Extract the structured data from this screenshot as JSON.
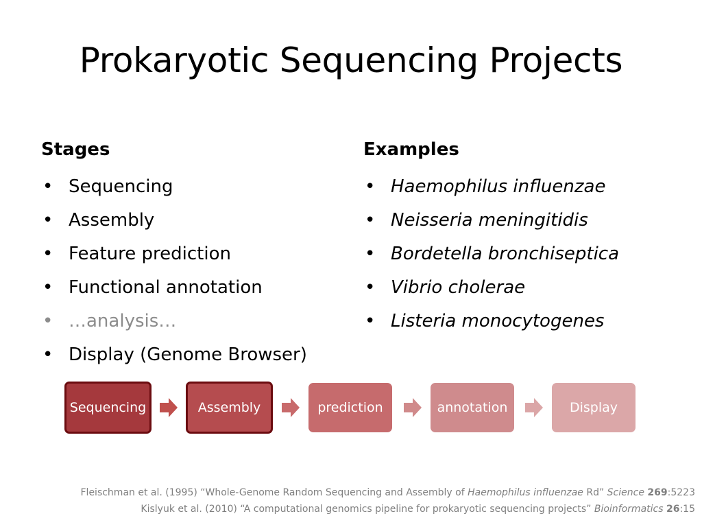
{
  "title": "Prokaryotic Sequencing Projects",
  "stages": {
    "heading": "Stages",
    "items": [
      {
        "text": "Sequencing"
      },
      {
        "text": "Assembly"
      },
      {
        "text": "Feature prediction"
      },
      {
        "text": "Functional annotation"
      },
      {
        "text": "…analysis…"
      },
      {
        "text": "Display (Genome Browser)"
      }
    ]
  },
  "examples": {
    "heading": "Examples",
    "items": [
      {
        "text": "Haemophilus influenzae"
      },
      {
        "text": "Neisseria meningitidis"
      },
      {
        "text": "Bordetella bronchiseptica"
      },
      {
        "text": "Vibrio cholerae"
      },
      {
        "text": "Listeria monocytogenes"
      }
    ]
  },
  "bullet_char": "•",
  "pipeline": {
    "steps": [
      {
        "label": "Sequencing",
        "color": "#a5393d",
        "highlighted": true
      },
      {
        "label": "Assembly",
        "color": "#b54c4f",
        "highlighted": true
      },
      {
        "label": "prediction",
        "color": "#c66b6d",
        "highlighted": false
      },
      {
        "label": "annotation",
        "color": "#cf8b8d",
        "highlighted": false
      },
      {
        "label": "Display",
        "color": "#dba7a8",
        "highlighted": false
      }
    ],
    "arrow_colors": [
      "#c0504d",
      "#c86a6b",
      "#d08a8b",
      "#dba6a7"
    ]
  },
  "references": [
    {
      "pre": "Fleischman et al. (1995) “Whole-Genome Random Sequencing and Assembly of ",
      "italic1": "Haemophilus influenzae",
      "mid": " Rd” ",
      "italic2": "Science",
      "bold": "269",
      "post": ":5223"
    },
    {
      "pre": "Kislyuk et al. (2010)  “A computational genomics pipeline for prokaryotic sequencing projects” ",
      "italic1": "Bioinformatics",
      "mid": " ",
      "italic2": "",
      "bold": "26",
      "post": ":15"
    }
  ]
}
